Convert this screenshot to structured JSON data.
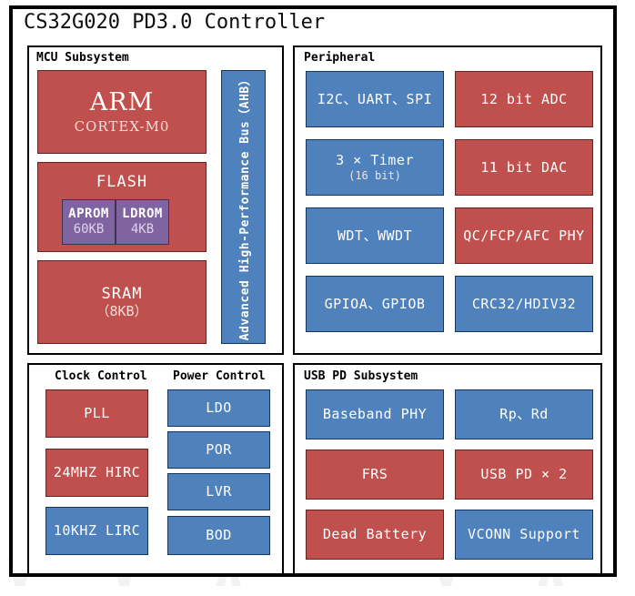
{
  "title": "CS32G020 PD3.0 Controller",
  "colors": {
    "red": "#c0504d",
    "blue": "#4f81bd",
    "purple": "#8064a2",
    "border": "#000000",
    "background": "#ffffff"
  },
  "panels": {
    "mcu": {
      "title": "MCU Subsystem",
      "bus": {
        "label": "Advanced High-Performance Bus（AHB）",
        "color": "blue"
      },
      "blocks": [
        {
          "name": "arm",
          "line1": "ARM",
          "line2": "CORTEX-M0",
          "color": "red"
        },
        {
          "name": "flash",
          "line1": "FLASH",
          "color": "red"
        },
        {
          "name": "aprom",
          "line1": "APROM",
          "line2": "60KB",
          "color": "purple"
        },
        {
          "name": "ldrom",
          "line1": "LDROM",
          "line2": "4KB",
          "color": "purple"
        },
        {
          "name": "sram",
          "line1": "SRAM",
          "line2": "（8KB）",
          "color": "red"
        }
      ]
    },
    "peripheral": {
      "title": "Peripheral",
      "blocks": [
        {
          "name": "serial-interfaces",
          "line1": "I2C、UART、SPI",
          "color": "blue"
        },
        {
          "name": "adc",
          "line1": "12 bit ADC",
          "color": "red"
        },
        {
          "name": "timer",
          "line1": "3 × Timer",
          "line2": "(16 bit)",
          "color": "blue"
        },
        {
          "name": "dac",
          "line1": "11 bit DAC",
          "color": "red"
        },
        {
          "name": "watchdog",
          "line1": "WDT、WWDT",
          "color": "blue"
        },
        {
          "name": "fast-charge-phy",
          "line1": "QC/FCP/AFC PHY",
          "color": "red"
        },
        {
          "name": "gpio",
          "line1": "GPIOA、GPIOB",
          "color": "blue"
        },
        {
          "name": "crc-hdiv",
          "line1": "CRC32/HDIV32",
          "color": "blue"
        }
      ]
    },
    "clock_power": {
      "clock_title": "Clock Control",
      "power_title": "Power Control",
      "clock_blocks": [
        {
          "name": "pll",
          "line1": "PLL",
          "color": "red"
        },
        {
          "name": "hirc",
          "line1": "24MHZ HIRC",
          "color": "red"
        },
        {
          "name": "lirc",
          "line1": "10KHZ LIRC",
          "color": "blue"
        }
      ],
      "power_blocks": [
        {
          "name": "ldo",
          "line1": "LDO",
          "color": "blue"
        },
        {
          "name": "por",
          "line1": "POR",
          "color": "blue"
        },
        {
          "name": "lvr",
          "line1": "LVR",
          "color": "blue"
        },
        {
          "name": "bod",
          "line1": "BOD",
          "color": "blue"
        }
      ]
    },
    "usbpd": {
      "title": "USB PD Subsystem",
      "blocks": [
        {
          "name": "baseband-phy",
          "line1": "Baseband PHY",
          "color": "blue"
        },
        {
          "name": "rp-rd",
          "line1": "Rp、Rd",
          "color": "blue"
        },
        {
          "name": "frs",
          "line1": "FRS",
          "color": "red"
        },
        {
          "name": "usb-pd-ports",
          "line1": "USB PD × 2",
          "color": "red"
        },
        {
          "name": "dead-battery",
          "line1": "Dead Battery",
          "color": "red"
        },
        {
          "name": "vconn-support",
          "line1": "VCONN Support",
          "color": "blue"
        }
      ]
    }
  }
}
